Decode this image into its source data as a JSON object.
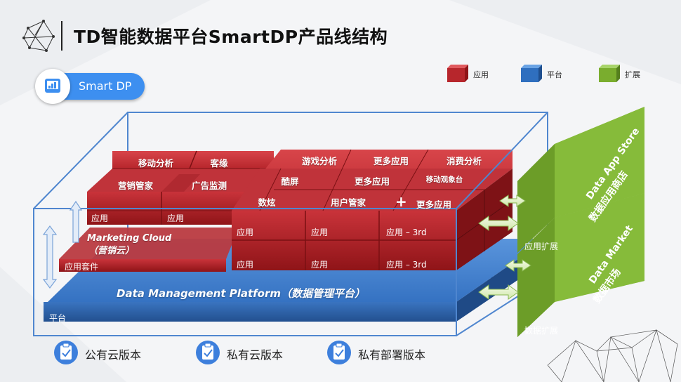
{
  "title": "TD智能数据平台SmartDP产品线结构",
  "badge": "Smart DP",
  "legend": [
    {
      "label": "应用",
      "color": "#c0272d"
    },
    {
      "label": "平台",
      "color": "#2f6fbf"
    },
    {
      "label": "扩展",
      "color": "#7aad2e"
    }
  ],
  "platform": {
    "name": "Data Management Platform（数据管理平台）",
    "label": "平台"
  },
  "marketing": {
    "name": "Marketing Cloud",
    "sub": "（营销云）",
    "label": "应用套件"
  },
  "apps_left": [
    "营销管家",
    "广告监测",
    "移动分析",
    "客缘"
  ],
  "apps_right": [
    "游戏分析",
    "更多应用",
    "消费分析",
    "酷屏",
    "更多应用",
    "移动观象台",
    "数炫",
    "用户管家",
    "更多应用"
  ],
  "front_labels": [
    "应用",
    "应用",
    "应用",
    "应用",
    "应用 – 3rd",
    "应用",
    "应用",
    "应用 – 3rd"
  ],
  "plus_sign": "+",
  "extensions": [
    {
      "en": "Data App Store",
      "cn": "数据应用商店",
      "label": "应用扩展"
    },
    {
      "en": "Data Market",
      "cn": "数据市场",
      "label": "数据扩展"
    }
  ],
  "versions": [
    "公有云版本",
    "私有云版本",
    "私有部署版本"
  ]
}
